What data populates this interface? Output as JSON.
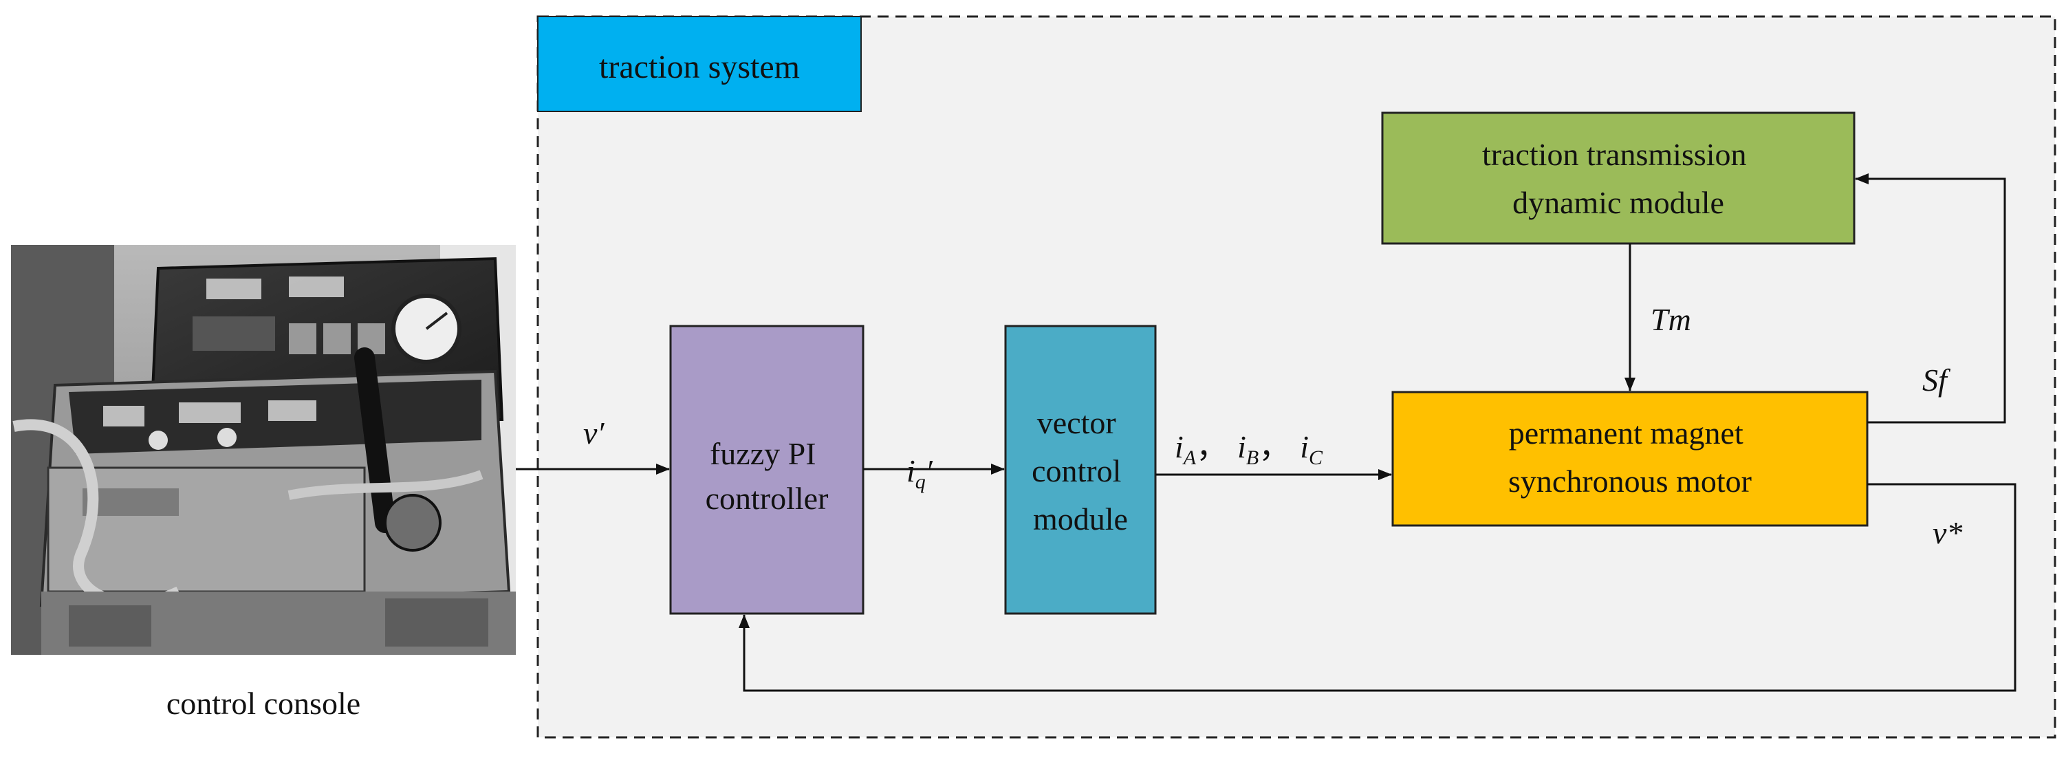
{
  "system": {
    "title": "traction system",
    "title_color": "#00b0f0",
    "background_color": "#f2f2f2"
  },
  "console": {
    "caption": "control console",
    "photo": "control-console-photo"
  },
  "blocks": {
    "fuzzy": {
      "line1": "fuzzy PI",
      "line2": "controller",
      "color": "#a99bc7"
    },
    "vector": {
      "line1": "vector",
      "line2": "control",
      "line3": "module",
      "color": "#4bacc6"
    },
    "pmsm": {
      "line1": "permanent magnet",
      "line2": "synchronous motor",
      "color": "#ffc000"
    },
    "traction": {
      "line1": "traction transmission",
      "line2": "dynamic module",
      "color": "#9bbb59"
    }
  },
  "signals": {
    "v_prime": "v′",
    "iq_main": "i",
    "iq_sub": "q",
    "iq_prime": "′",
    "ia_main": "i",
    "ia_sub": "A",
    "ib_main": "i",
    "ib_sub": "B",
    "ic_main": "i",
    "ic_sub": "C",
    "sep": "，",
    "tm": "Tm",
    "sf": "Sf",
    "v_star": "v*"
  }
}
